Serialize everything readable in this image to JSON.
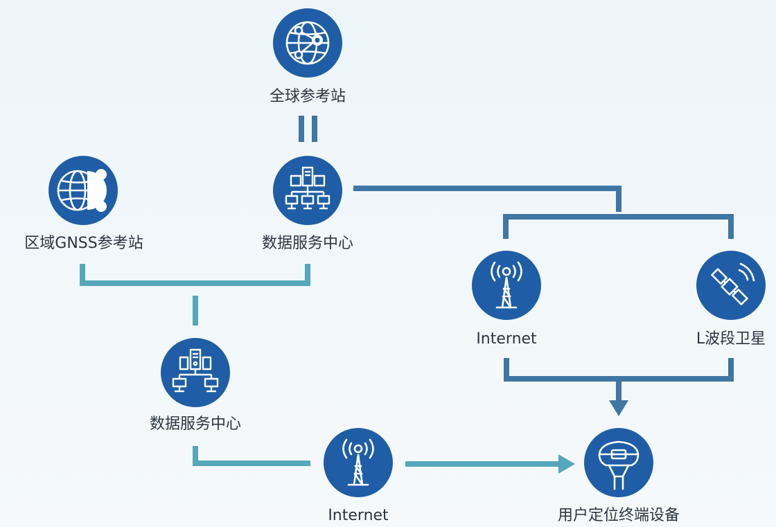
{
  "colors": {
    "node_fill": "#1f5ea6",
    "icon_stroke": "#ffffff",
    "line_dark": "#3e76a4",
    "line_teal": "#55a7ba"
  },
  "nodes": {
    "global_ref": {
      "label": "全球参考站",
      "icon": "globe-network-icon"
    },
    "regional_ref": {
      "label": "区域GNSS参考站",
      "icon": "regional-globe-icon"
    },
    "datacenter_top": {
      "label": "数据服务中心",
      "icon": "server-network-icon"
    },
    "datacenter_bottom": {
      "label": "数据服务中心",
      "icon": "server-network-icon"
    },
    "internet_right": {
      "label": "Internet",
      "icon": "radio-tower-icon"
    },
    "satellite": {
      "label": "L波段卫星",
      "icon": "satellite-icon"
    },
    "internet_bottom": {
      "label": "Internet",
      "icon": "radio-tower-icon"
    },
    "user_device": {
      "label": "用户定位终端设备",
      "icon": "gnss-receiver-icon"
    }
  }
}
